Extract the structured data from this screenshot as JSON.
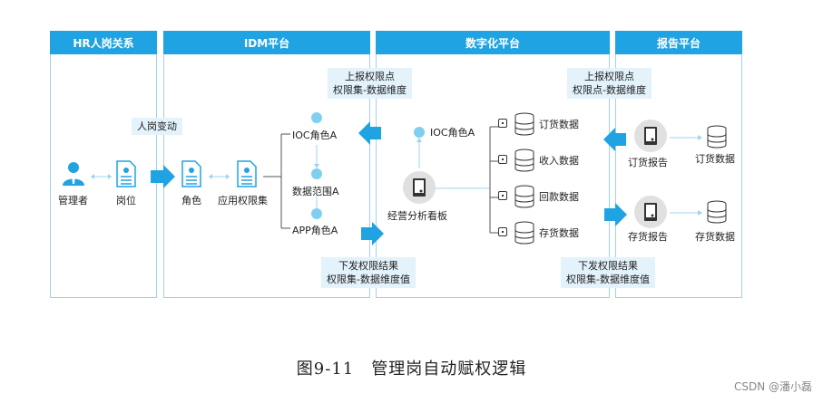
{
  "panels": {
    "hr": "HR人岗关系",
    "idm": "IDM平台",
    "digital": "数字化平台",
    "report": "报告平台"
  },
  "hr": {
    "manager": "管理者",
    "position": "岗位",
    "change": "人岗变动"
  },
  "idm": {
    "role": "角色",
    "app_perm_set": "应用权限集",
    "ioc_role": "IOC角色A",
    "data_scope": "数据范围A",
    "app_role": "APP角色A",
    "report_up_1": "上报权限点",
    "report_up_2": "权限集-数据维度",
    "issue_down_1": "下发权限结果",
    "issue_down_2": "权限集-数据维度值"
  },
  "digital": {
    "ioc_role": "IOC角色A",
    "dashboard": "经营分析看板",
    "orders": "订货数据",
    "income": "收入数据",
    "collection": "回款数据",
    "inventory": "存货数据"
  },
  "report": {
    "report_up_1": "上报权限点",
    "report_up_2": "权限点-数据维度",
    "issue_down_1": "下发权限结果",
    "issue_down_2": "权限集-数据维度值",
    "order_report": "订货报告",
    "order_data": "订货数据",
    "inventory_report": "存货报告",
    "inventory_data": "存货数据"
  },
  "caption": "图9-11　管理岗自动赋权逻辑",
  "watermark": "CSDN @潘小磊",
  "colors": {
    "header_blue": "#1fa3e3",
    "arrow_blue": "#1fa3e3",
    "callout_bg": "#e3f2fb",
    "circle": "#7fd0f0"
  }
}
